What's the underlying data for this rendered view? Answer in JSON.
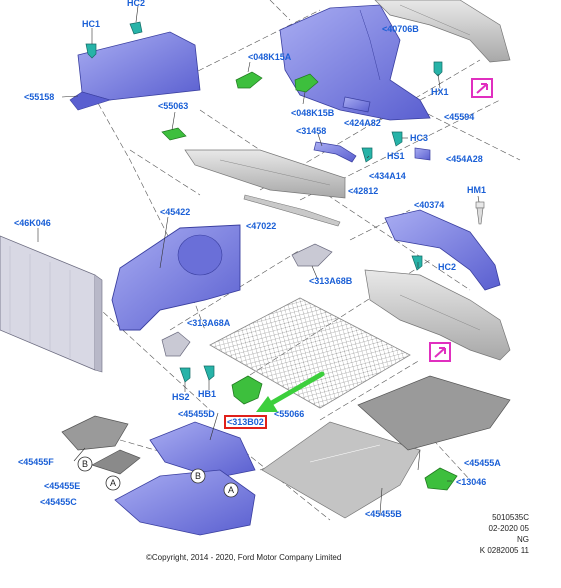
{
  "labels": {
    "hc1": "HC1",
    "hc2_top": "HC2",
    "p55158": "<55158",
    "p048K15A": "<048K15A",
    "p40706B": "<40706B",
    "p55063": "<55063",
    "p048K15B": "<048K15B",
    "p424A82": "<424A82",
    "p45594": "<45594",
    "hx1": "HX1",
    "p31458": "<31458",
    "hc3": "HC3",
    "hs1": "HS1",
    "p454A28": "<454A28",
    "p434A14": "<434A14",
    "p42812": "<42812",
    "p46K046": "<46K046",
    "p45422": "<45422",
    "p47022": "<47022",
    "p40374": "<40374",
    "hm1": "HM1",
    "hc2_mid": "HC2",
    "p313A68B": "<313A68B",
    "p313A68A": "<313A68A",
    "hs2": "HS2",
    "hb1": "HB1",
    "p45455D": "<45455D",
    "p55066": "<55066",
    "p313B02": "<313B02",
    "p45455F": "<45455F",
    "p45455E": "<45455E",
    "p45455C": "<45455C",
    "p45455A": "<45455A",
    "p13046": "<13046",
    "p45455B": "<45455B",
    "circle_b1": "B",
    "circle_a1": "A",
    "circle_b2": "B",
    "circle_a2": "A"
  },
  "info_block": {
    "line1": "5010535C",
    "line2": "02-2020 05",
    "line3": "NG",
    "line4": "K 0282005 11"
  },
  "copyright": "©Copyright, 2014 - 2020, Ford Motor Company Limited",
  "highlighted_part": "<313B02",
  "colors": {
    "label": "#1a5fd6",
    "part_blue": "#7a7fe0",
    "clip_green": "#3dbf3d",
    "clip_teal": "#27b3a8",
    "arrow": "#3ccf3c",
    "highlight": "#e0201a",
    "callout": "#e02fbf"
  },
  "icons": [
    "arrow-callout-icon",
    "tether-arrow-icon"
  ]
}
